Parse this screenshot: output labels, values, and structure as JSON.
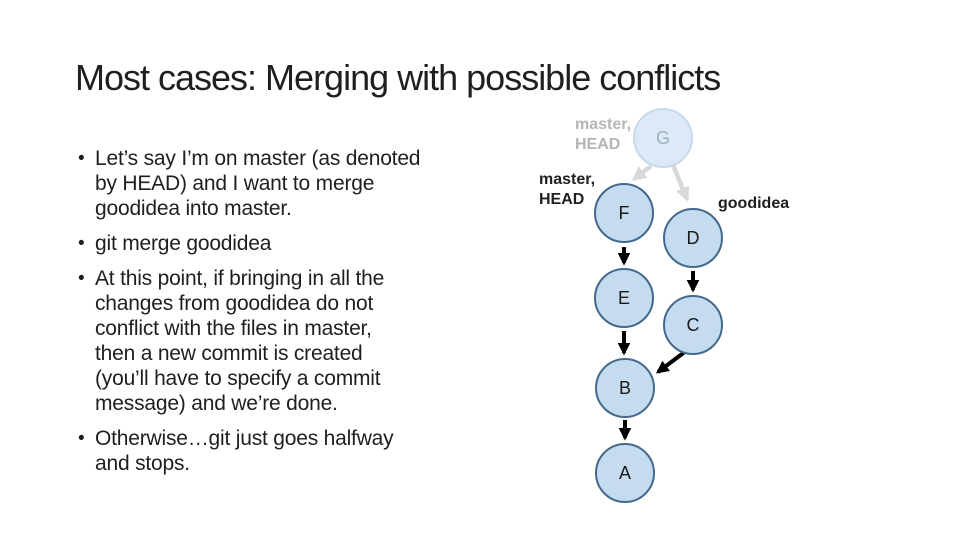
{
  "slide": {
    "title": "Most cases: Merging with possible conflicts",
    "bullet_char": "•",
    "bullets": [
      {
        "text": "Let’s say I’m on master (as denoted\nby HEAD) and I want to merge\ngoodidea into master."
      },
      {
        "text": "git merge goodidea"
      },
      {
        "text": "At this point, if bringing in all the\nchanges from goodidea do not\nconflict with the files in master,\nthen a new commit is created\n(you’ll have to specify a commit\nmessage) and we’re done."
      },
      {
        "text": "Otherwise…git just goes halfway\nand stops."
      }
    ]
  },
  "diagram": {
    "ghost_head_label": "master,\nHEAD",
    "head_label": "master,\nHEAD",
    "branch_label": "goodidea",
    "nodes": [
      {
        "id": "G",
        "letter": "G",
        "state": "ghost"
      },
      {
        "id": "F",
        "letter": "F",
        "state": "normal"
      },
      {
        "id": "D",
        "letter": "D",
        "state": "normal"
      },
      {
        "id": "E",
        "letter": "E",
        "state": "normal"
      },
      {
        "id": "C",
        "letter": "C",
        "state": "normal"
      },
      {
        "id": "B",
        "letter": "B",
        "state": "normal"
      },
      {
        "id": "A",
        "letter": "A",
        "state": "normal"
      }
    ]
  },
  "colors": {
    "text": "#1f1f1f",
    "node-fill": "#c5dcf0",
    "node-border": "#44698d",
    "node-letter": "#1a1a1a",
    "ghost-fill": "#dce9f6",
    "ghost-border": "#c8d9ec",
    "ghost-letter": "#9fafc2",
    "muted-label": "#b5b5b5",
    "arrow-gray": "#d8d8d8",
    "arrow-black": "#000000"
  }
}
